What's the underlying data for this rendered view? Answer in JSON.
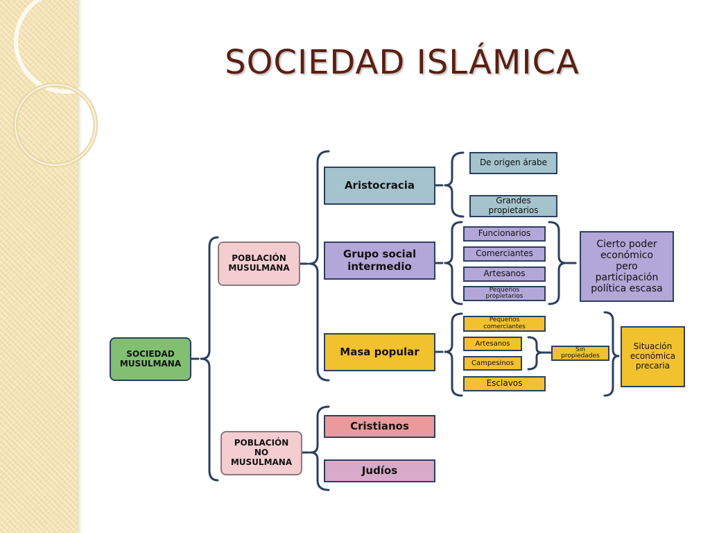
{
  "title": "SOCIEDAD ISLÁMICA",
  "nodes": {
    "sociedad_musulmana": "SOCIEDAD\nMUSULMANA",
    "poblacion_musulmana": "POBLACIÓN\nMUSULMANA",
    "poblacion_no_musulmana": "POBLACIÓN\nNO\nMUSULMANA",
    "aristocracia": "Aristocracia",
    "grupo_social_intermedio": "Grupo social\nintermedio",
    "masa_popular": "Masa popular",
    "cristianos": "Cristianos",
    "judios": "Judíos",
    "de_origen_arabe": "De origen árabe",
    "grandes_propietarios": "Grandes\npropietarios",
    "funcionarios": "Funcionarios",
    "comerciantes": "Comerciantes",
    "artesanos_intermedio": "Artesanos",
    "pequenos_propietarios": "Pequeños\npropietarios",
    "cierto_poder": "Cierto poder\neconómico\npero\nparticipación\npolítica escasa",
    "pequenos_comerciantes": "Pequeños\ncomerciantes",
    "artesanos_popular": "Artesanos",
    "campesinos": "Campesinos",
    "esclavos": "Esclavos",
    "sin_propiedades": "Sin\npropiedades",
    "situacion_precaria": "Situación\neconómica\nprecaria"
  },
  "colors": {
    "title": "#5a1f10",
    "green": "#82bf73",
    "pink": "#f3cdd0",
    "blue_gray": "#a4c3cc",
    "lavender": "#b3a6d8",
    "gold": "#f2c12e",
    "salmon": "#ea9a9a",
    "mauve": "#d8a9c8",
    "band": "#f3e2b3",
    "outline": "#2b3f5e"
  }
}
